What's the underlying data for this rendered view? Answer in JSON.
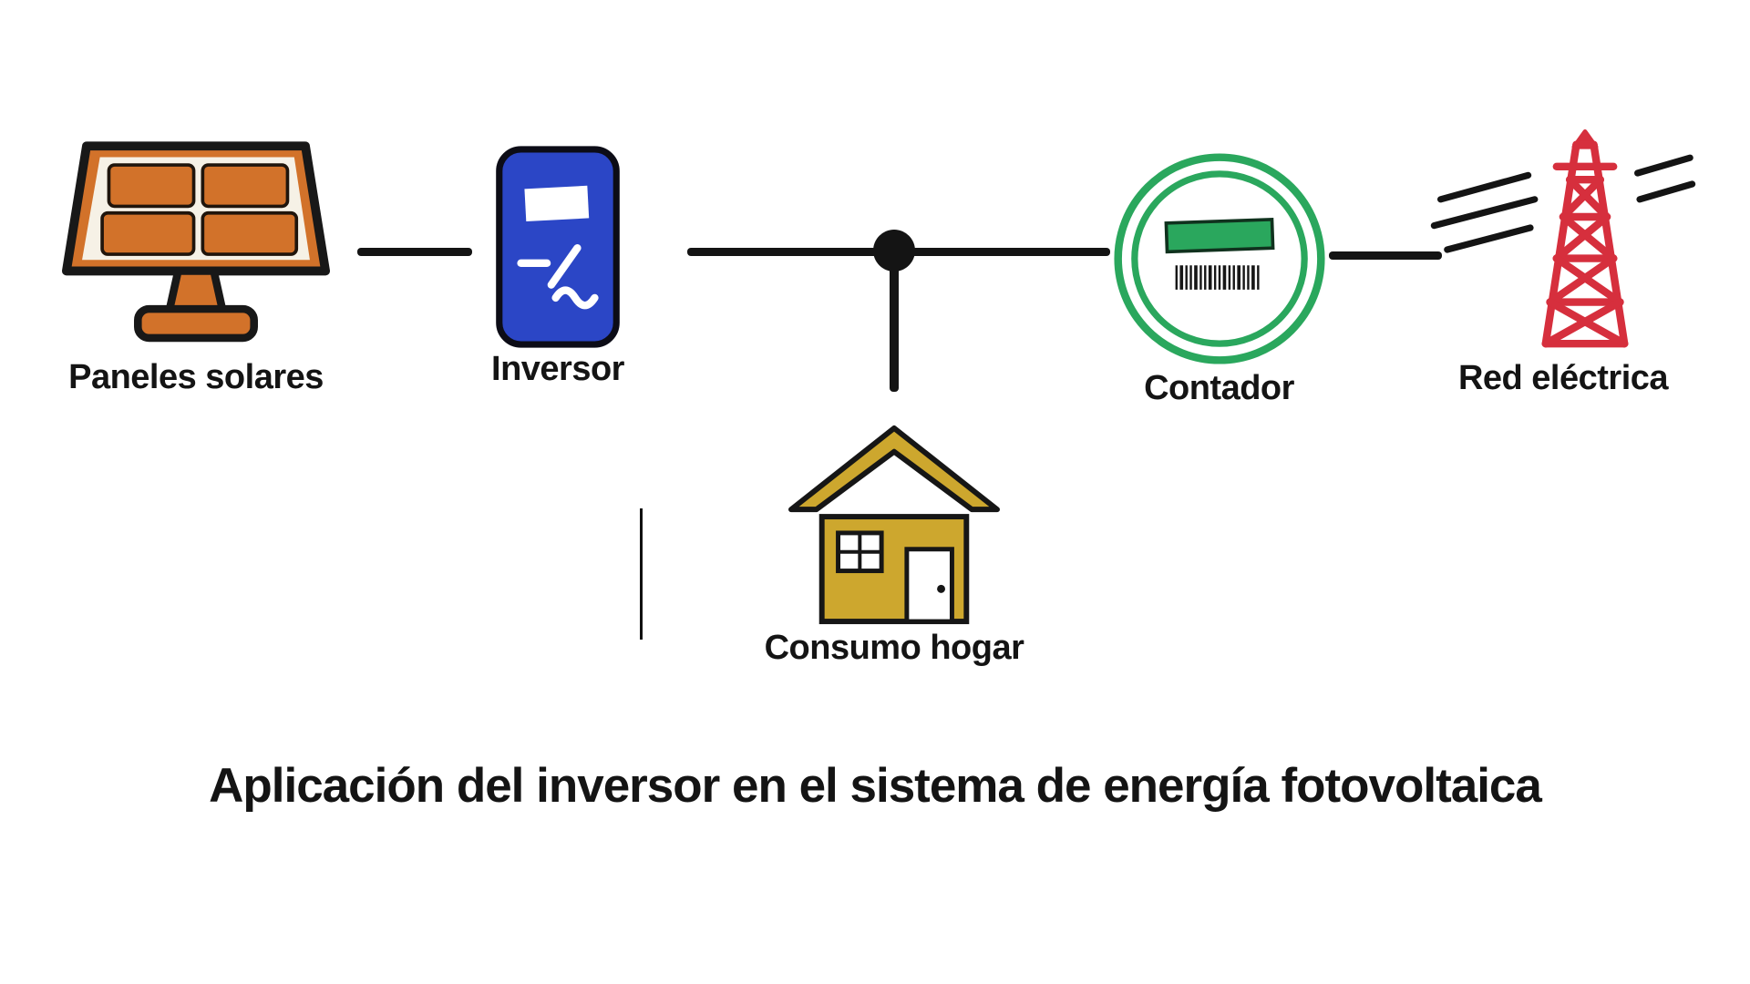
{
  "diagram": {
    "title": "Aplicación del inversor en el sistema de energía fotovoltaica",
    "nodes": [
      {
        "id": "paneles",
        "label": "Paneles solares",
        "icon": "solar-panel-icon"
      },
      {
        "id": "inversor",
        "label": "Inversor",
        "icon": "inverter-icon"
      },
      {
        "id": "consumo",
        "label": "Consumo hogar",
        "icon": "house-icon"
      },
      {
        "id": "contador",
        "label": "Contador",
        "icon": "meter-icon"
      },
      {
        "id": "red",
        "label": "Red eléctrica",
        "icon": "power-pylon-icon"
      }
    ],
    "connections": [
      {
        "from": "paneles",
        "to": "inversor"
      },
      {
        "from": "inversor",
        "to": "junction"
      },
      {
        "from": "junction",
        "to": "consumo"
      },
      {
        "from": "junction",
        "to": "contador"
      },
      {
        "from": "contador",
        "to": "red"
      }
    ]
  },
  "colors": {
    "panel_orange": "#d2722a",
    "inverter_blue": "#2b46c6",
    "house_gold": "#cda72e",
    "meter_green": "#2aa75d",
    "grid_red": "#d62f3d",
    "wire_black": "#141414",
    "background": "#ffffff",
    "text": "#141414"
  }
}
